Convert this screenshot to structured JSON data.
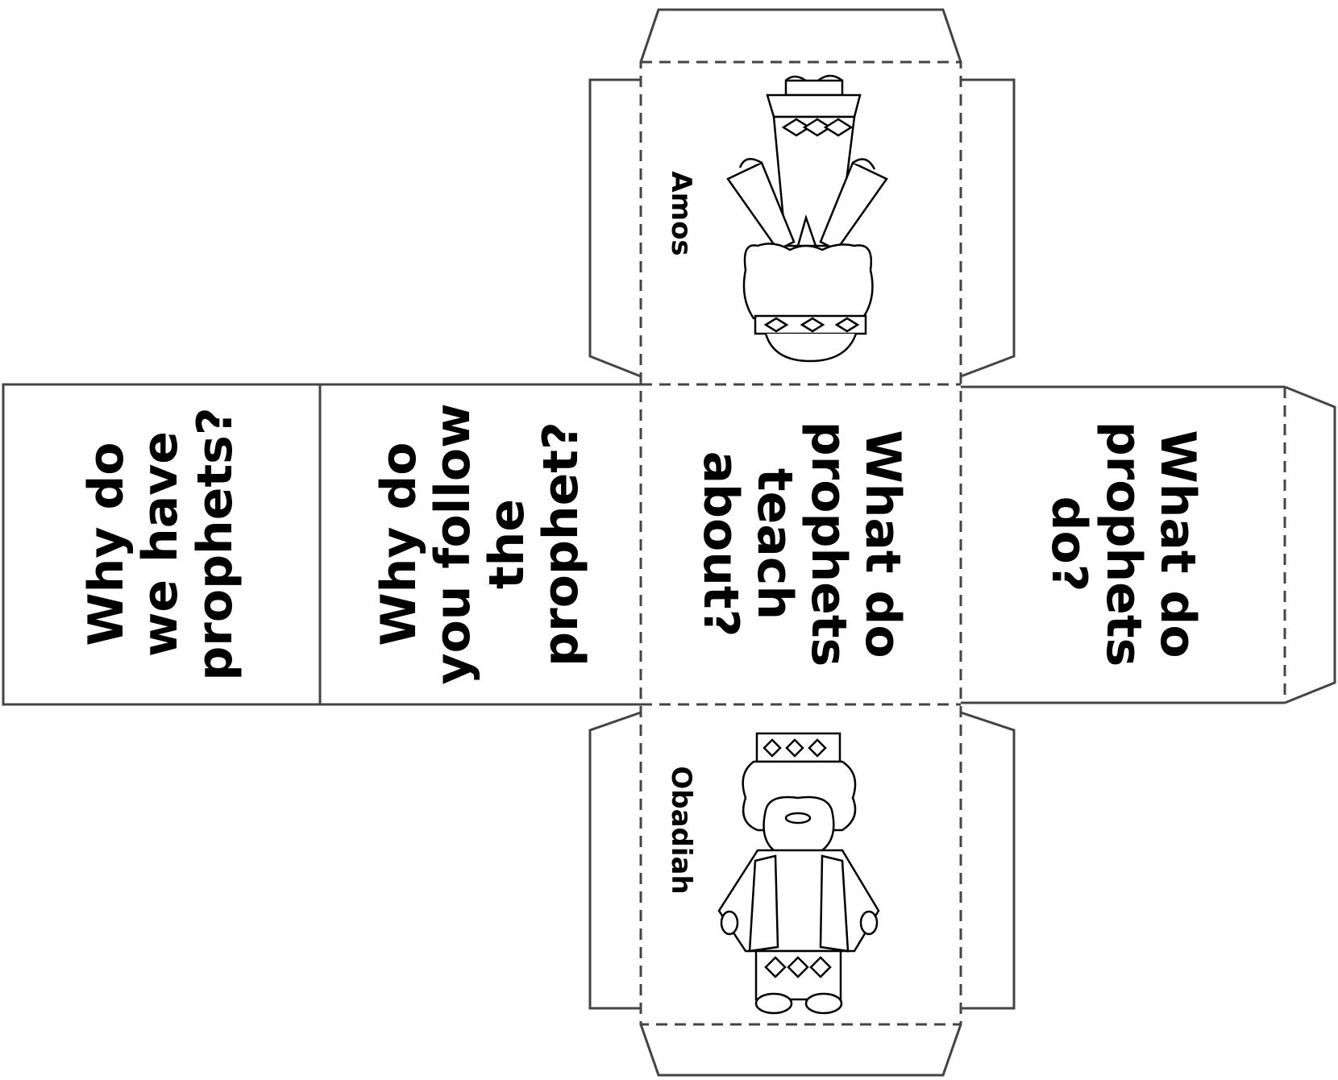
{
  "faces": {
    "center": "What do prophets teach about?",
    "right": "What do prophets do?",
    "left_inner": "Why do you follow the prophet?",
    "left_outer": "Why do we have prophets?",
    "top_name": "Amos",
    "bottom_name": "Obadiah"
  },
  "colors": {
    "line": "#444444",
    "ink": "#000000",
    "paper": "#ffffff"
  },
  "icons": {
    "top": "prophet-amos-icon",
    "bottom": "prophet-obadiah-icon"
  }
}
